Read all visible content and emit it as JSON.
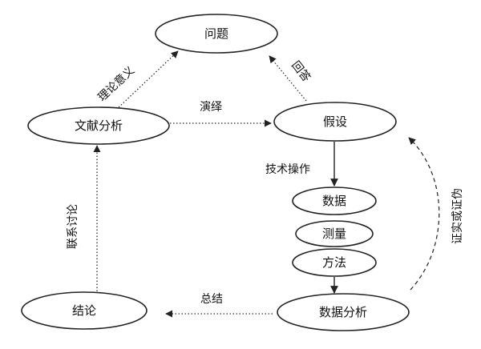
{
  "nodes": {
    "problem": "问题",
    "literature": "文献分析",
    "hypothesis": "假设",
    "data": "数据",
    "measurement": "测量",
    "method": "方法",
    "data_analysis": "数据分析",
    "conclusion": "结论"
  },
  "edges": {
    "theory_meaning": "理论意义",
    "answer": "回答",
    "deduction": "演绎",
    "technical_operation": "技术操作",
    "link_discussion": "联系讨论",
    "summary": "总结",
    "verify_or_falsify": "证实或证伪"
  }
}
